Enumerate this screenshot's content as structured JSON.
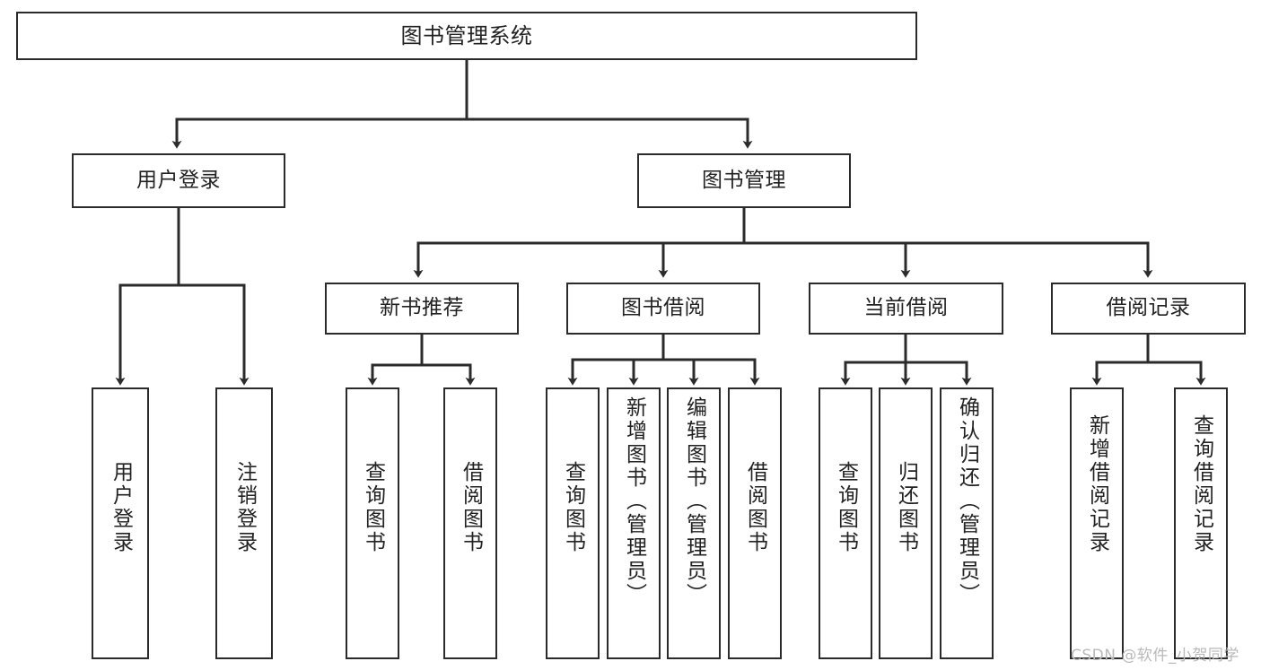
{
  "diagram": {
    "type": "tree",
    "title": "图书管理系统",
    "watermark": "CSDN @软件_小贺同学",
    "colors": {
      "node_border": "#2b2b2b",
      "node_fill": "#ffffff",
      "edge": "#2b2b2b",
      "text": "#222222",
      "watermark": "#b9b9b9",
      "background": "#ffffff"
    },
    "nodes": {
      "root": {
        "label": "图书管理系统"
      },
      "level2": [
        {
          "id": "user-login",
          "label": "用户登录"
        },
        {
          "id": "book-manage",
          "label": "图书管理"
        }
      ],
      "level3": [
        {
          "id": "new-book-recommend",
          "label": "新书推荐"
        },
        {
          "id": "book-borrow",
          "label": "图书借阅"
        },
        {
          "id": "current-borrow",
          "label": "当前借阅"
        },
        {
          "id": "borrow-record",
          "label": "借阅记录"
        }
      ],
      "leaves": [
        {
          "id": "leaf-user-login",
          "label": "用户登录",
          "parent": "user-login"
        },
        {
          "id": "leaf-logout",
          "label": "注销登录",
          "parent": "user-login"
        },
        {
          "id": "leaf-query-book-1",
          "label": "查询图书",
          "parent": "new-book-recommend"
        },
        {
          "id": "leaf-borrow-book-1",
          "label": "借阅图书",
          "parent": "new-book-recommend"
        },
        {
          "id": "leaf-query-book-2",
          "label": "查询图书",
          "parent": "book-borrow"
        },
        {
          "id": "leaf-add-book",
          "label": "新增图书（管理员）",
          "parent": "book-borrow"
        },
        {
          "id": "leaf-edit-book",
          "label": "编辑图书（管理员）",
          "parent": "book-borrow"
        },
        {
          "id": "leaf-borrow-book-2",
          "label": "借阅图书",
          "parent": "book-borrow"
        },
        {
          "id": "leaf-query-book-3",
          "label": "查询图书",
          "parent": "current-borrow"
        },
        {
          "id": "leaf-return-book",
          "label": "归还图书",
          "parent": "current-borrow"
        },
        {
          "id": "leaf-confirm-return",
          "label": "确认归还（管理员）",
          "parent": "current-borrow"
        },
        {
          "id": "leaf-add-record",
          "label": "新增借阅记录",
          "parent": "borrow-record"
        },
        {
          "id": "leaf-query-record",
          "label": "查询借阅记录",
          "parent": "borrow-record"
        }
      ]
    }
  }
}
